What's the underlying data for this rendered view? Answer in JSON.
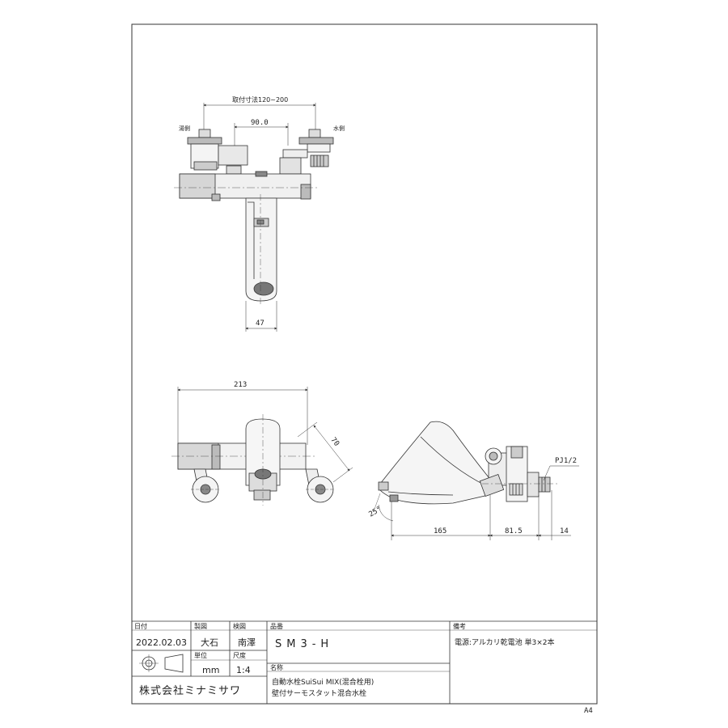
{
  "top_view": {
    "mount_range": "取付寸法120~200",
    "hot_side": "湯側",
    "cold_side": "水側",
    "center_dim": "90.0",
    "spout_width": "47"
  },
  "front_view": {
    "width": "213",
    "angle_dim": "70"
  },
  "side_view": {
    "pipe_label": "PJ1/2",
    "angle": "25°",
    "dim_spout": "165",
    "dim_body": "81.5",
    "dim_nut": "14"
  },
  "title_block": {
    "date_label": "日付",
    "date_value": "2022.02.03",
    "drafter_label": "製図",
    "drafter_value": "大石",
    "checker_label": "検図",
    "checker_value": "南澤",
    "part_label": "品番",
    "part_value": "SM3-H",
    "notes_label": "備考",
    "notes_value": "電源:アルカリ乾電池 単3×2本",
    "unit_label": "単位",
    "unit_value": "mm",
    "scale_label": "尺度",
    "scale_value": "1:4",
    "name_label": "名称",
    "name_line1": "自動水栓SuiSui MIX(混合栓用)",
    "name_line2": "壁付サーモスタット混合水栓",
    "company": "株式会社ミナミサワ",
    "sheet_size": "A4"
  }
}
